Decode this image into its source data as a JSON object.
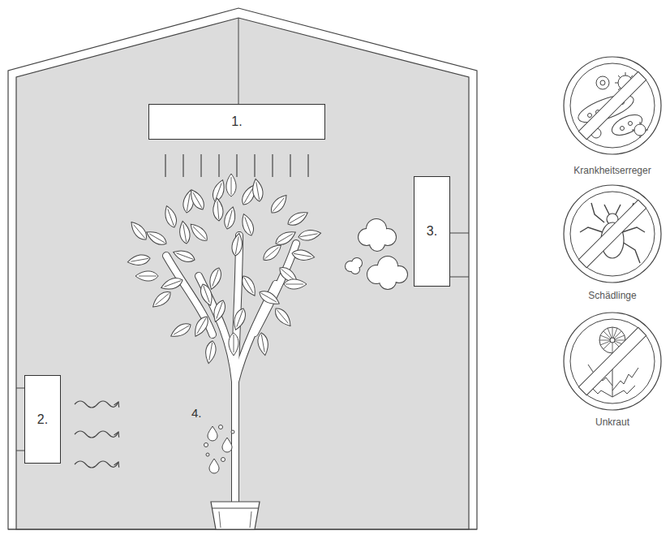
{
  "diagram": {
    "nodes": [
      {
        "text": [
          "1."
        ]
      },
      {
        "text": [
          "3."
        ]
      },
      {
        "text": [
          "2."
        ]
      }
    ],
    "labels": [
      "4.",
      "Krankheitserreger",
      "Schädlinge",
      "Unkraut"
    ]
  }
}
